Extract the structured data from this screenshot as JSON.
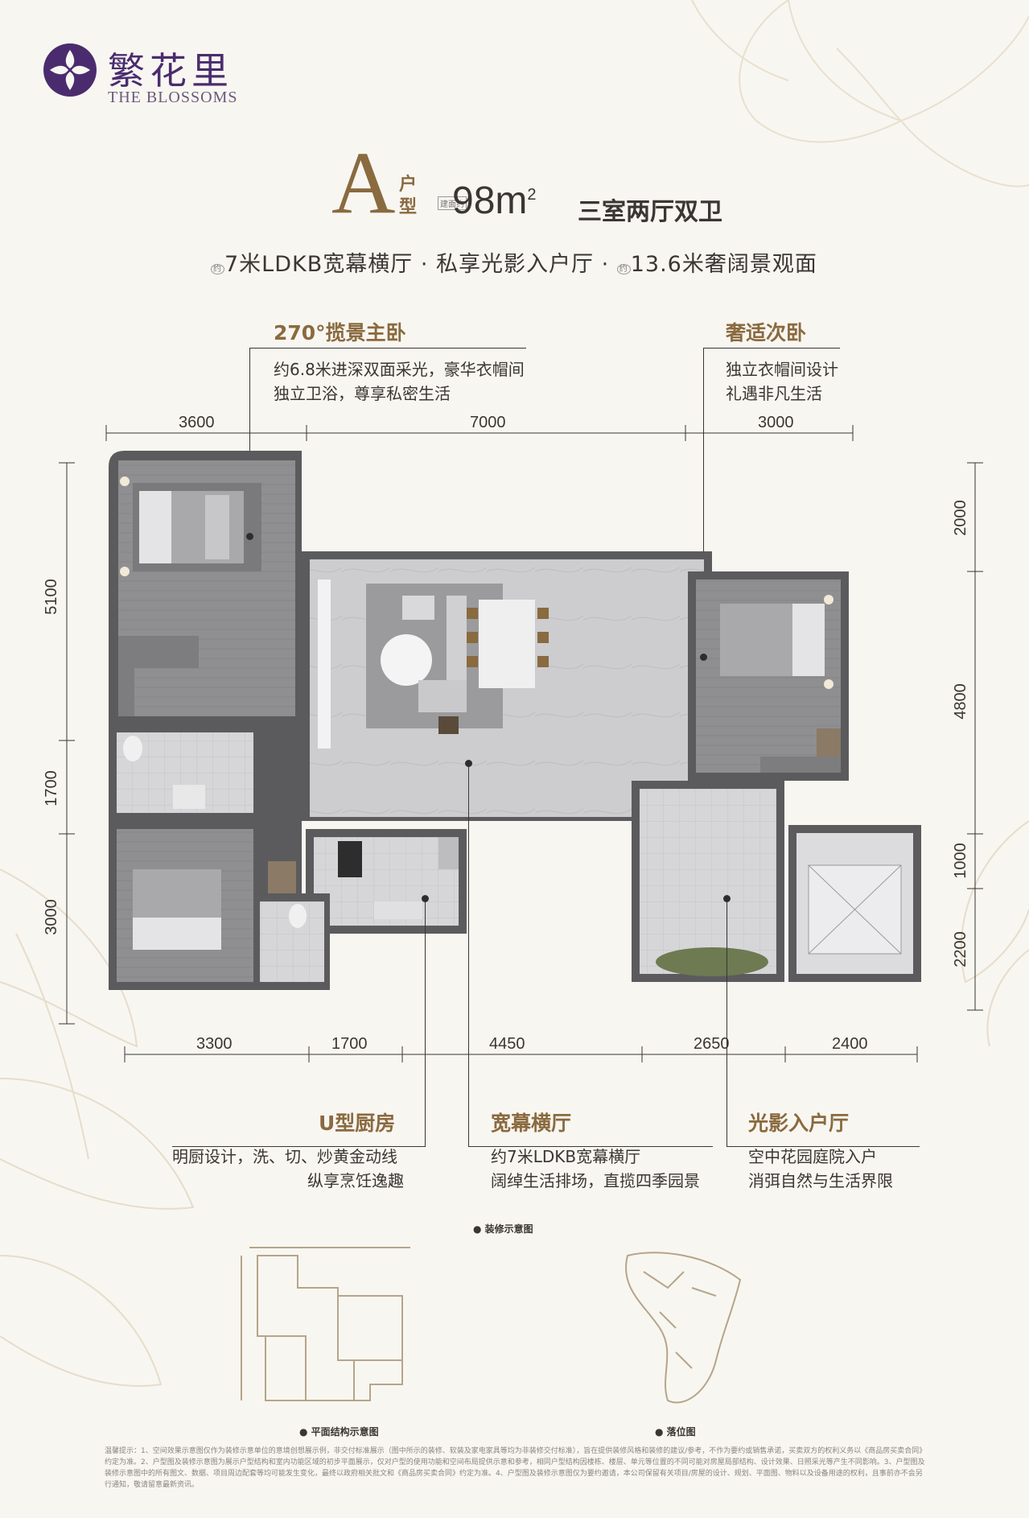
{
  "brand": {
    "name_cn": "繁花里",
    "name_en": "THE BLOSSOMS"
  },
  "headline": {
    "letter": "A",
    "type_word_1": "户",
    "type_word_2": "型",
    "area_prefix": "建面约",
    "area": "98m",
    "area_sup": "2",
    "rooms": "三室两厅双卫",
    "tagline_parts": [
      "约",
      "7米LDKB宽幕横厅 · 私享光影入户厅 · ",
      "约",
      "13.6米奢阔景观面"
    ]
  },
  "features": {
    "master": {
      "title": "270°揽景主卧",
      "lines": [
        "约6.8米进深双面采光，豪华衣帽间",
        "独立卫浴，尊享私密生活"
      ]
    },
    "second": {
      "title": "奢适次卧",
      "lines": [
        "独立衣帽间设计",
        "礼遇非凡生活"
      ]
    },
    "kitchen": {
      "title": "U型厨房",
      "lines": [
        "明厨设计，洗、切、炒黄金动线",
        "纵享烹饪逸趣"
      ]
    },
    "living": {
      "title": "宽幕横厅",
      "lines": [
        "约7米LDKB宽幕横厅",
        "阔绰生活排场，直揽四季园景"
      ]
    },
    "entry": {
      "title": "光影入户厅",
      "lines": [
        "空中花园庭院入户",
        "消弭自然与生活界限"
      ]
    }
  },
  "dimensions": {
    "top": [
      "3600",
      "7000",
      "3000"
    ],
    "bottom": [
      "3300",
      "1700",
      "4450",
      "2650",
      "2400"
    ],
    "left": [
      "5100",
      "1700",
      "3000"
    ],
    "right": [
      "2000",
      "4800",
      "1000",
      "2200"
    ]
  },
  "captions": {
    "render_note": "装修示意图",
    "plan_note": "平面结构示意图",
    "site_note": "落位图"
  },
  "disclaimer": "温馨提示：1、空间效果示意图仅作为装修示意单位的意境创想展示例，非交付标准展示（图中所示的装修、软装及家电家具等均为非装修交付标准），旨在提供装修风格和装修的建议/参考，不作为要约或销售承诺，买卖双方的权利义务以《商品房买卖合同》约定为准。2、户型图及装修示意图为展示户型结构和室内功能区域的初步平面展示，仅对户型的使用功能和空间布局提供示意和参考，相同户型结构因楼栋、楼层、单元等位置的不同可能对房屋局部结构、设计效果、日照采光等产生不同影响。3、户型图及装修示意图中的所有图文、数据、项目周边配套等均可能发生变化，最终以政府相关批文和《商品房买卖合同》约定为准。4、户型图及装修示意图仅为要约邀请，本公司保留有关项目/房屋的设计、规划、平面图、物料以及设备用途的权利，且事前亦不会另行通知，敬请留意最新资讯。",
  "colors": {
    "gold": "#8a6a3f",
    "brand_purple": "#4a2c6e",
    "wall": "#5e5e60",
    "floor": "#c9c9cb",
    "wood": "#9a9a9c"
  }
}
